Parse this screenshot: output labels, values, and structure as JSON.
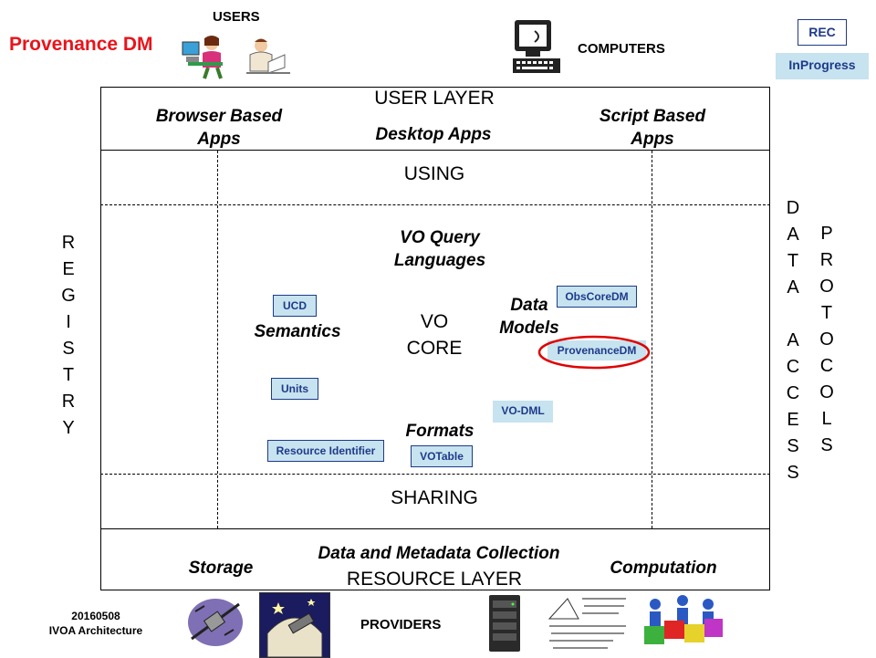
{
  "title": "Provenance DM",
  "top": {
    "users_label": "USERS",
    "computers_label": "COMPUTERS",
    "legend": {
      "rec": "REC",
      "in_progress": "InProgress"
    }
  },
  "user_layer": {
    "title": "USER LAYER",
    "browser_apps": "Browser Based\nApps",
    "desktop_apps": "Desktop Apps",
    "script_apps": "Script Based\nApps"
  },
  "using": "USING",
  "core": {
    "vo_query": "VO Query\nLanguages",
    "vo_core": "VO\nCORE",
    "semantics": "Semantics",
    "data_models": "Data\nModels",
    "formats": "Formats",
    "items": {
      "ucd": "UCD",
      "units": "Units",
      "resource_identifier": "Resource Identifier",
      "votable": "VOTable",
      "vo_dml": "VO-DML",
      "obscoredm": "ObsCoreDM",
      "provenancedm": "ProvenanceDM"
    }
  },
  "sharing": "SHARING",
  "resource_layer": {
    "title": "RESOURCE LAYER",
    "storage": "Storage",
    "data_collection": "Data and Metadata Collection",
    "computation": "Computation"
  },
  "registry_letters": [
    "R",
    "E",
    "G",
    "I",
    "S",
    "T",
    "R",
    "Y"
  ],
  "data_access_letters": [
    "D",
    "A",
    "T",
    "A",
    "",
    "A",
    "C",
    "C",
    "E",
    "S",
    "S"
  ],
  "protocols_letters": [
    "P",
    "R",
    "O",
    "T",
    "O",
    "C",
    "O",
    "L",
    "S"
  ],
  "footer": {
    "date": "20160508",
    "org": "IVOA Architecture",
    "providers": "PROVIDERS"
  }
}
